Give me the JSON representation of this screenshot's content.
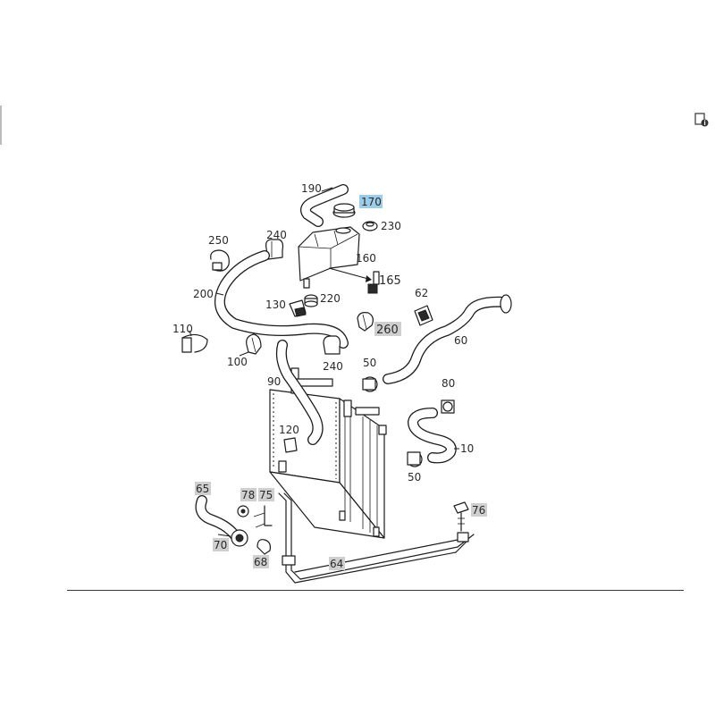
{
  "diagram": {
    "callouts": {
      "c190": "190",
      "c170": "170",
      "c230": "230",
      "c240a": "240",
      "c250": "250",
      "c160": "160",
      "c165": "165",
      "c200": "200",
      "c130": "130",
      "c220": "220",
      "c62": "62",
      "c260": "260",
      "c110": "110",
      "c60": "60",
      "c100": "100",
      "c240b": "240",
      "c50a": "50",
      "c90": "90",
      "c80": "80",
      "c120": "120",
      "c10": "10",
      "c50b": "50",
      "c65": "65",
      "c78": "78",
      "c75": "75",
      "c76": "76",
      "c70": "70",
      "c68": "68",
      "c64": "64"
    },
    "highlight_colors": {
      "selected": "#9ccde8",
      "reference": "#cfcfcf"
    }
  },
  "toolbar": {
    "info_icon": "document-info-icon"
  }
}
